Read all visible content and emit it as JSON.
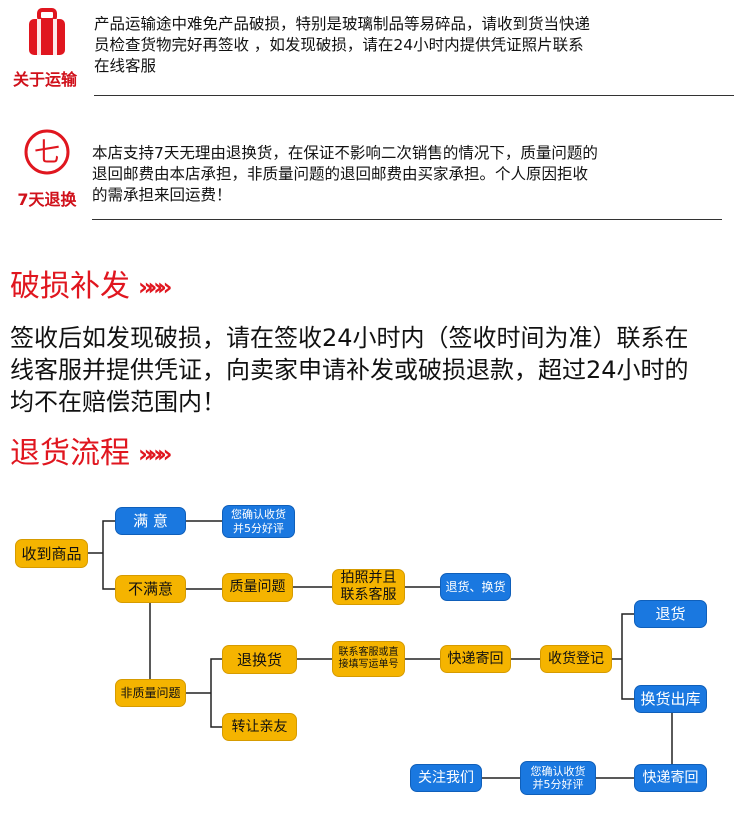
{
  "shipping": {
    "caption": "关于运输",
    "text_l1": "产品运输途中难免产品破损，特别是玻璃制品等易碎品，请收到货当快递",
    "text_l2": "员检查货物完好再签收  ，如发现破损，请在24小时内提供凭证照片联系",
    "text_l3": "在线客服"
  },
  "returns7": {
    "badge": "七",
    "caption": "7天退换",
    "text_l1": "本店支持7天无理由退换货，在保证不影响二次销售的情况下，质量问题的",
    "text_l2": "退回邮费由本店承担，非质量问题的退回邮费由买家承担。个人原因拒收",
    "text_l3": "的需承担来回运费！"
  },
  "damage": {
    "title": "破损补发",
    "arrows": "»»»",
    "text_l1": "签收后如发现破损，请在签收24小时内（签收时间为准）联系在",
    "text_l2": "线客服并提供凭证，向卖家申请补发或破损退款，超过24小时的",
    "text_l3": "均不在赔偿范围内！"
  },
  "process": {
    "title": "退货流程",
    "arrows": "»»»"
  },
  "flow": {
    "received": "收到商品",
    "satisfied": "满 意",
    "confirm_top_l1": "您确认收货",
    "confirm_top_l2": "并5分好评",
    "unsatisfied": "不满意",
    "quality_issue": "质量问题",
    "photo_l1": "拍照并且",
    "photo_l2": "联系客服",
    "refund_exchange": "退货、换货",
    "non_quality": "非质量问题",
    "return_exchange": "退换货",
    "gift": "转让亲友",
    "contact_l1": "联系客服或直",
    "contact_l2": "接填写运单号",
    "express_send": "快递寄回",
    "receive_register": "收货登记",
    "refund": "退货",
    "exchange_out": "换货出库",
    "express_back": "快递寄回",
    "confirm_bottom_l1": "您确认收货",
    "confirm_bottom_l2": "并5分好评",
    "follow_us": "关注我们"
  }
}
